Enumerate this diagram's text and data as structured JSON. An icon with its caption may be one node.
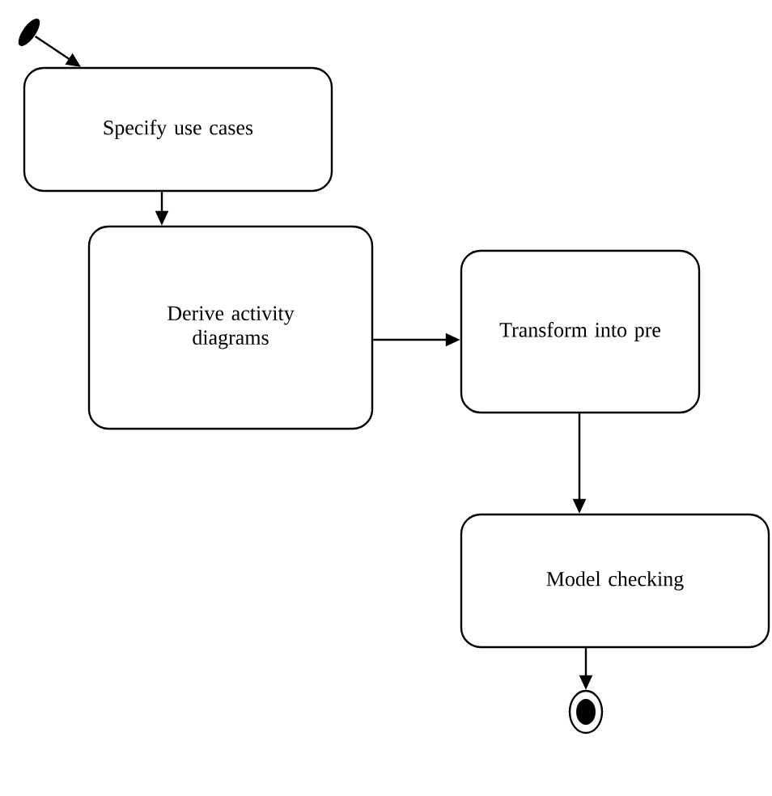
{
  "diagram": {
    "nodes": [
      {
        "text": [],
        "shape": "circle"
      },
      {
        "text": [
          "Specify use cases"
        ]
      },
      {
        "text": [
          "Derive activity diagrams"
        ]
      },
      {
        "text": [
          "Transform into pre"
        ]
      },
      {
        "text": [
          "Model checking"
        ]
      },
      {
        "text": [],
        "shape": "circle"
      }
    ],
    "edges": [
      {
        "from": 0,
        "to": 1,
        "arrow": "to"
      },
      {
        "from": 1,
        "to": 2,
        "arrow": "to"
      },
      {
        "from": 2,
        "to": 3,
        "arrow": "to"
      },
      {
        "from": 3,
        "to": 4,
        "arrow": "to"
      },
      {
        "from": 4,
        "to": 5,
        "arrow": "to"
      }
    ]
  }
}
